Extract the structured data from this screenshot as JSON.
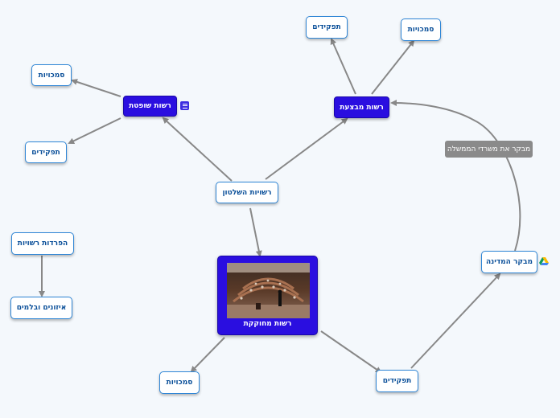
{
  "colors": {
    "edge": "#888888",
    "dark_node": "#2a0ee0",
    "light_border": "#2f86d6",
    "light_text": "#0a4f99",
    "label_bg": "#8a8a8a"
  },
  "nodes": {
    "root": "רשויות השלטון",
    "judicial": "רשות שופטת",
    "executive": "רשות מבצעת",
    "legislative": "רשות מחוקקת",
    "judicial_powers": "סמכויות",
    "judicial_roles": "תפקידים",
    "exec_roles": "תפקידים",
    "exec_powers": "סמכויות",
    "leg_powers": "סמכויות",
    "leg_roles": "תפקידים",
    "comptroller": "מבקר המדינה",
    "separation": "הפרדות רשויות",
    "checks": "איזונים ובלמים"
  },
  "relationship_label": "מבקר את משרדי הממשלה",
  "icons": {
    "note": "note-icon",
    "drive": "google-drive-icon",
    "photo": "knesset-plenum-photo"
  }
}
